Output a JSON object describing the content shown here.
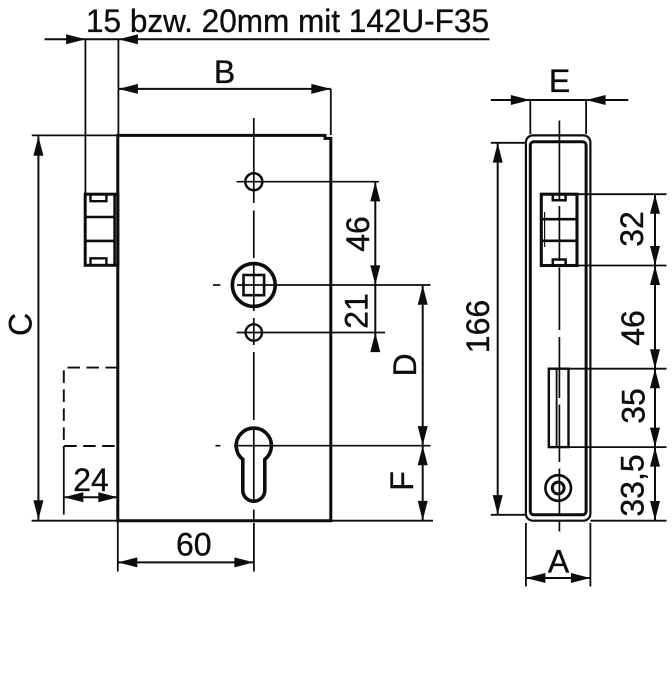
{
  "title": "15 bzw. 20mm mit 142U-F35",
  "colors": {
    "ink": "#0d0d0d",
    "paper": "#ffffff"
  },
  "front_view": {
    "name": "lock case front view",
    "dims": {
      "b": "B",
      "c": "C",
      "v46": "46",
      "v21": "21",
      "d": "D",
      "f": "F",
      "v24": "24",
      "v60": "60"
    }
  },
  "side_view": {
    "name": "faceplate side view",
    "dims": {
      "e": "E",
      "v166": "166",
      "v32": "32",
      "v46": "46",
      "v35": "35",
      "v33_5": "33,5",
      "a": "A"
    }
  }
}
